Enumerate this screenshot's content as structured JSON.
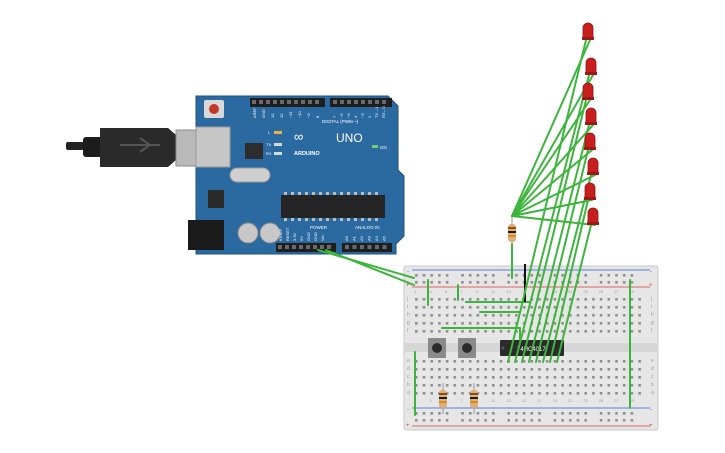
{
  "arduino": {
    "brand": "ARDUINO",
    "model": "UNO",
    "digital_label": "DIGITAL (PWM ~)",
    "power_label": "POWER",
    "analog_label": "ANALOG IN",
    "on_label": "ON",
    "led_l": "L",
    "led_tx": "TX",
    "led_rx": "RX",
    "logo": "∞",
    "digital_pins": [
      "AREF",
      "GND",
      "13",
      "12",
      "~11",
      "~10",
      "~9",
      "8",
      "7",
      "~6",
      "~5",
      "4",
      "~3",
      "2",
      "TX→1",
      "RX←0"
    ],
    "power_pins": [
      "IOREF",
      "RESET",
      "3.3V",
      "5V",
      "GND",
      "GND",
      "Vin"
    ],
    "analog_pins": [
      "A0",
      "A1",
      "A2",
      "A3",
      "A4",
      "A5"
    ]
  },
  "ic": {
    "label": "74HC4017"
  },
  "breadboard": {
    "row_letters_top": [
      "j",
      "i",
      "h",
      "g",
      "f"
    ],
    "row_letters_bottom": [
      "e",
      "d",
      "c",
      "b",
      "a"
    ],
    "column_numbers": [
      "1",
      "3",
      "5",
      "7",
      "9",
      "11",
      "13",
      "15",
      "17",
      "19",
      "21",
      "23",
      "25",
      "27",
      "29"
    ],
    "plus_sign": "+",
    "minus_sign": "-"
  },
  "colors": {
    "board": "#2b6aa0",
    "wire": "#3db53d",
    "led": "#c81e1e",
    "breadboard": "#e6e6e6",
    "ic": "#2b2b2b"
  },
  "leds": {
    "count": 8
  }
}
